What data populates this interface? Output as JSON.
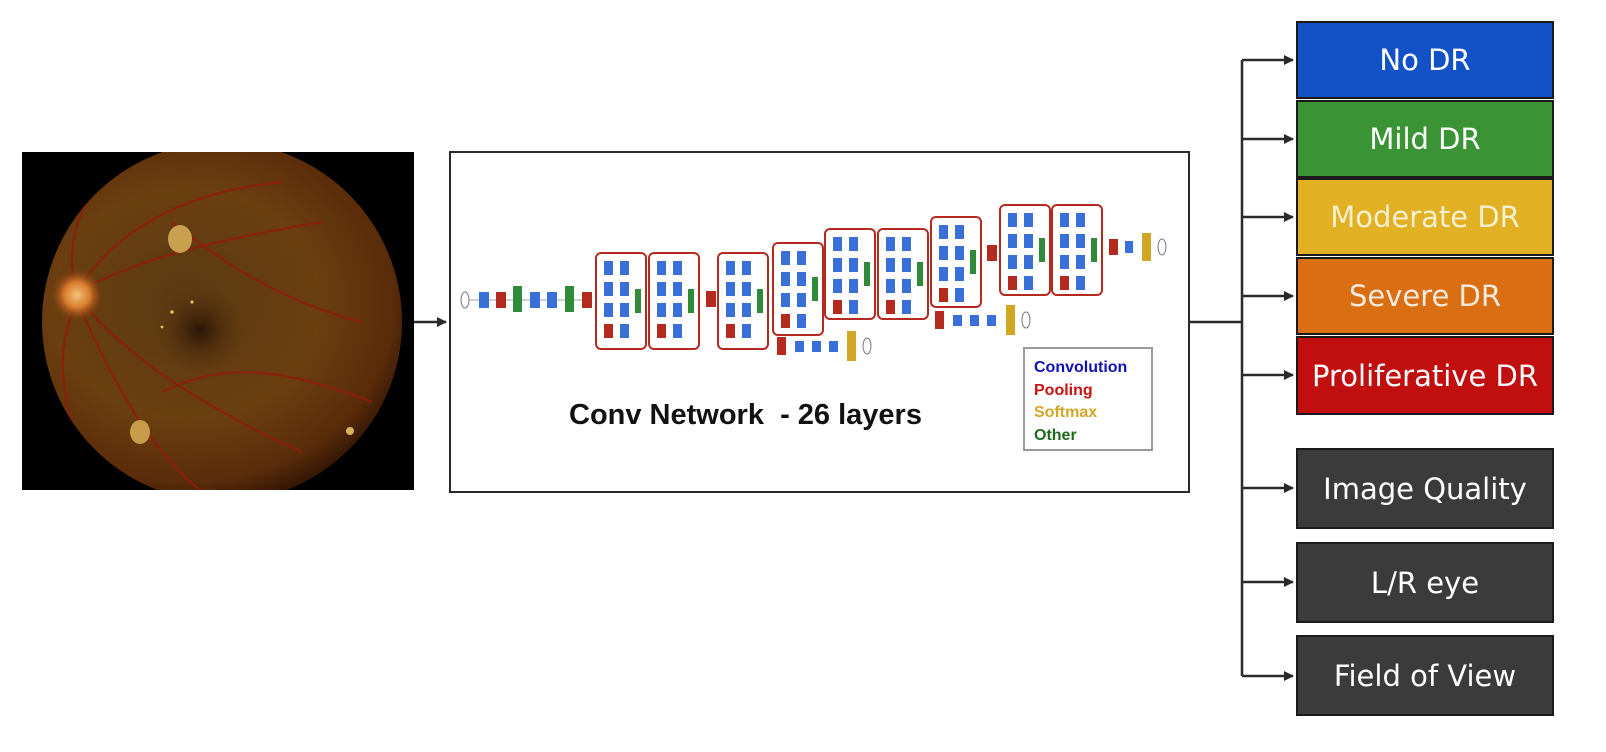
{
  "network": {
    "title": "Conv Network  - 26 layers",
    "legend": [
      {
        "label": "Convolution",
        "color": "#1010b8"
      },
      {
        "label": "Pooling",
        "color": "#cc1111"
      },
      {
        "label": "Softmax",
        "color": "#d3a726"
      },
      {
        "label": "Other",
        "color": "#206a1c"
      }
    ]
  },
  "outputs": {
    "grades": [
      {
        "label": "No DR",
        "color": "#1252c6",
        "text_color": "#ffffff"
      },
      {
        "label": "Mild DR",
        "color": "#3a9334",
        "text_color": "#ffffff"
      },
      {
        "label": "Moderate DR",
        "color": "#e1b123",
        "text_color": "#f6efd0"
      },
      {
        "label": "Severe DR",
        "color": "#da6e12",
        "text_color": "#f8eadc"
      },
      {
        "label": "Proliferative DR",
        "color": "#c10e0e",
        "text_color": "#ffffff"
      }
    ],
    "auxiliary": [
      {
        "label": "Image Quality",
        "color": "#3b3b3b",
        "text_color": "#ffffff"
      },
      {
        "label": "L/R eye",
        "color": "#3b3b3b",
        "text_color": "#ffffff"
      },
      {
        "label": "Field of View",
        "color": "#3b3b3b",
        "text_color": "#ffffff"
      }
    ]
  }
}
